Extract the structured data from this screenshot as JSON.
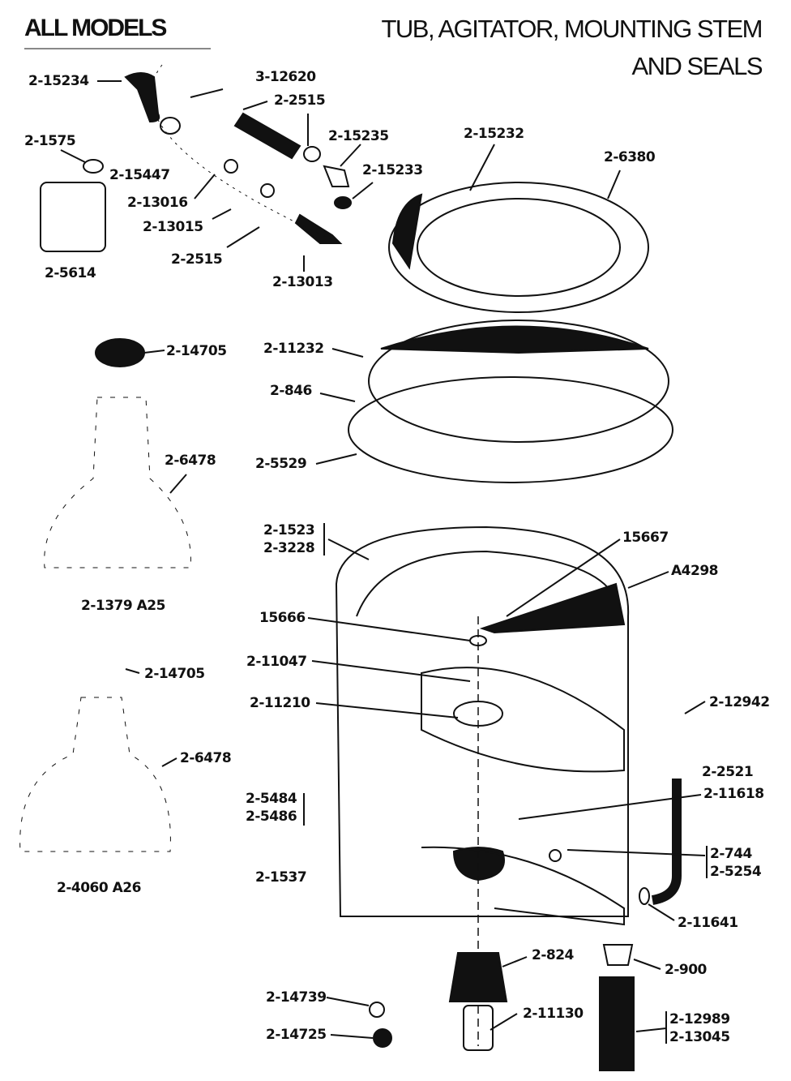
{
  "header": {
    "models_label": "ALL MODELS"
  },
  "title": {
    "line1": "TUB, AGITATOR, MOUNTING STEM",
    "line2": "AND SEALS"
  },
  "parts": {
    "p15234": "2-15234",
    "p12620": "3-12620",
    "p2515a": "2-2515",
    "p1575": "2-1575",
    "p15235": "2-15235",
    "p15232": "2-15232",
    "p6380": "2-6380",
    "p15233": "2-15233",
    "p15447": "2-15447",
    "p13016": "2-13016",
    "p13015": "2-13015",
    "p2515b": "2-2515",
    "p5614": "2-5614",
    "p13013": "2-13013",
    "p14705a": "2-14705",
    "p11232": "2-11232",
    "p846": "2-846",
    "p6478a": "2-6478",
    "p5529": "2-5529",
    "p1523": "2-1523",
    "p3228": "2-3228",
    "p15667": "15667",
    "pA4298": "A4298",
    "p1379": "2-1379  A25",
    "p15666": "15666",
    "p11047": "2-11047",
    "p14705b": "2-14705",
    "p11210": "2-11210",
    "p12942": "2-12942",
    "p6478b": "2-6478",
    "p2521": "2-2521",
    "p11618": "2-11618",
    "p5484": "2-5484",
    "p5486": "2-5486",
    "p744": "2-744",
    "p5254": "2-5254",
    "p1537": "2-1537",
    "p4060": "2-4060  A26",
    "p11641": "2-11641",
    "p824": "2-824",
    "p900": "2-900",
    "p14739": "2-14739",
    "p11130": "2-11130",
    "p12989": "2-12989",
    "p13045": "2-13045",
    "p14725": "2-14725"
  }
}
